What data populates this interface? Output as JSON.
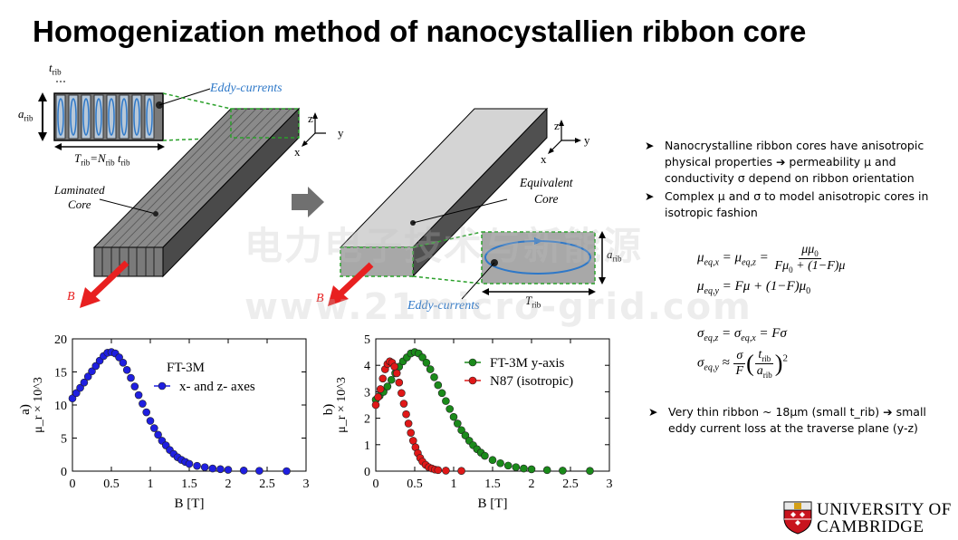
{
  "slide": {
    "title": "Homogenization method of nanocystallien ribbon core"
  },
  "diagram_left": {
    "t_rib": "t",
    "t_rib_sub": "rib",
    "a_rib": "a",
    "a_rib_sub": "rib",
    "T_rib_eq": "T",
    "eddy_label": "Eddy-currents",
    "laminated_label_1": "Laminated",
    "laminated_label_2": "Core",
    "axis_z": "z",
    "axis_y": "y",
    "axis_x": "x",
    "b_label": "B"
  },
  "diagram_right": {
    "equivalent_label_1": "Equivalent",
    "equivalent_label_2": "Core",
    "eddy_label": "Eddy-currents",
    "a_rib": "a",
    "a_rib_sub": "rib",
    "T_rib": "T",
    "T_rib_sub": "rib",
    "axis_z": "z",
    "axis_y": "y",
    "axis_x": "x",
    "b_label": "B"
  },
  "bullets": [
    "Nanocrystalline ribbon cores have anisotropic physical properties ➔ permeability μ and conductivity σ depend on ribbon orientation",
    "Complex μ and σ to model anisotropic cores in isotropic fashion",
    "Very thin ribbon ~ 18µm  (small t_rib) ➔ small eddy current loss at the traverse plane (y-z)"
  ],
  "watermark": {
    "line1": "电力电子技术与新能源",
    "line2": "www.21micro-grid.com"
  },
  "logo": {
    "line1": "UNIVERSITY OF",
    "line2": "CAMBRIDGE"
  },
  "colors": {
    "blue_series": "#1f1fe0",
    "green_series": "#1a8a1a",
    "red_series": "#e01818",
    "eddy_blue": "#2e78c8",
    "green_dash": "#2aa02a",
    "arrow_red": "#e82020"
  },
  "chart_data": [
    {
      "type": "scatter",
      "panel_label": "a)",
      "xlabel": "B [T]",
      "ylabel": "μ_r × 10^3",
      "xlim": [
        0,
        3
      ],
      "ylim": [
        0,
        20
      ],
      "xticks": [
        "0",
        "0.5",
        "1",
        "1.5",
        "2",
        "2.5",
        "3"
      ],
      "yticks": [
        "0",
        "5",
        "10",
        "15",
        "20"
      ],
      "legend_title": "FT-3M",
      "series": [
        {
          "name": "x- and z- axes",
          "color": "#1f1fe0",
          "x": [
            0.0,
            0.05,
            0.1,
            0.15,
            0.2,
            0.25,
            0.3,
            0.35,
            0.4,
            0.45,
            0.5,
            0.55,
            0.6,
            0.65,
            0.7,
            0.75,
            0.8,
            0.85,
            0.9,
            0.95,
            1.0,
            1.05,
            1.1,
            1.15,
            1.2,
            1.25,
            1.3,
            1.35,
            1.4,
            1.45,
            1.5,
            1.6,
            1.7,
            1.8,
            1.9,
            2.0,
            2.2,
            2.4,
            2.75
          ],
          "y": [
            11,
            11.8,
            12.6,
            13.4,
            14.3,
            15.1,
            15.9,
            16.7,
            17.4,
            17.9,
            18.0,
            17.8,
            17.2,
            16.4,
            15.3,
            14.1,
            12.8,
            11.5,
            10.2,
            8.9,
            7.6,
            6.5,
            5.5,
            4.6,
            3.9,
            3.2,
            2.6,
            2.1,
            1.7,
            1.4,
            1.1,
            0.8,
            0.6,
            0.4,
            0.3,
            0.2,
            0.1,
            0.05,
            0.0
          ]
        }
      ]
    },
    {
      "type": "scatter",
      "panel_label": "b)",
      "xlabel": "B [T]",
      "ylabel": "μ_r × 10^3",
      "xlim": [
        0,
        3
      ],
      "ylim": [
        0,
        5
      ],
      "xticks": [
        "0",
        "0.5",
        "1",
        "1.5",
        "2",
        "2.5",
        "3"
      ],
      "yticks": [
        "0",
        "1",
        "2",
        "3",
        "4",
        "5"
      ],
      "series": [
        {
          "name": "FT-3M y-axis",
          "color": "#1a8a1a",
          "x": [
            0.0,
            0.05,
            0.1,
            0.15,
            0.2,
            0.25,
            0.3,
            0.35,
            0.4,
            0.45,
            0.5,
            0.55,
            0.6,
            0.65,
            0.7,
            0.75,
            0.8,
            0.85,
            0.9,
            0.95,
            1.0,
            1.05,
            1.1,
            1.15,
            1.2,
            1.25,
            1.3,
            1.35,
            1.4,
            1.5,
            1.6,
            1.7,
            1.8,
            1.9,
            2.0,
            2.2,
            2.4,
            2.75
          ],
          "y": [
            2.7,
            2.85,
            3.0,
            3.2,
            3.45,
            3.7,
            3.95,
            4.15,
            4.3,
            4.45,
            4.5,
            4.45,
            4.3,
            4.1,
            3.85,
            3.55,
            3.25,
            2.95,
            2.65,
            2.35,
            2.05,
            1.8,
            1.55,
            1.35,
            1.15,
            0.98,
            0.83,
            0.7,
            0.58,
            0.42,
            0.3,
            0.21,
            0.15,
            0.1,
            0.07,
            0.04,
            0.02,
            0.01
          ]
        },
        {
          "name": "N87 (isotropic)",
          "color": "#e01818",
          "x": [
            0.0,
            0.03,
            0.06,
            0.09,
            0.12,
            0.15,
            0.18,
            0.21,
            0.24,
            0.27,
            0.3,
            0.33,
            0.36,
            0.39,
            0.42,
            0.45,
            0.48,
            0.51,
            0.54,
            0.57,
            0.6,
            0.64,
            0.68,
            0.72,
            0.76,
            0.8,
            0.9,
            1.1
          ],
          "y": [
            2.5,
            2.8,
            3.1,
            3.5,
            3.85,
            4.05,
            4.15,
            4.1,
            3.95,
            3.7,
            3.35,
            2.95,
            2.55,
            2.15,
            1.8,
            1.45,
            1.15,
            0.9,
            0.68,
            0.5,
            0.36,
            0.24,
            0.15,
            0.1,
            0.06,
            0.04,
            0.02,
            0.01
          ]
        }
      ]
    }
  ]
}
